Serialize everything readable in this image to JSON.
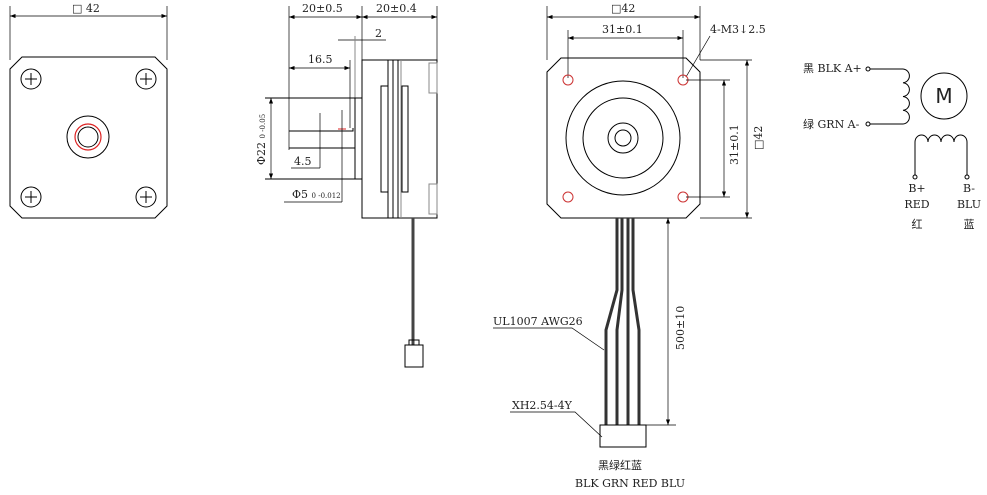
{
  "left_view": {
    "size_label": "□ 42"
  },
  "side_view": {
    "front_length": "20±0.5",
    "body_length": "20±0.4",
    "flange_thickness": "2",
    "shaft_length": "16.5",
    "flange_diameter": "Φ22",
    "flange_tol": "0 -0.05",
    "flat_length": "4.5",
    "shaft_diameter": "Φ5",
    "shaft_tol": "0 -0.012"
  },
  "front_view": {
    "size_top": "□42",
    "hole_spacing_h": "31±0.1",
    "holes": "4-M3↓2.5",
    "size_right": "□42",
    "hole_spacing_v": "31±0.1",
    "cable_length": "500±10",
    "wire_spec": "UL1007  AWG26",
    "connector": "XH2.54-4Y",
    "colors_cn": "黑绿红蓝",
    "colors_en": "BLK GRN RED BLU"
  },
  "schematic": {
    "a_plus": "黑 BLK A+",
    "a_minus": "绿 GRN A-",
    "motor": "M",
    "b_plus": "B+",
    "b_minus": "B-",
    "red": "RED",
    "blu": "BLU",
    "red_cn": "红",
    "blu_cn": "蓝"
  }
}
